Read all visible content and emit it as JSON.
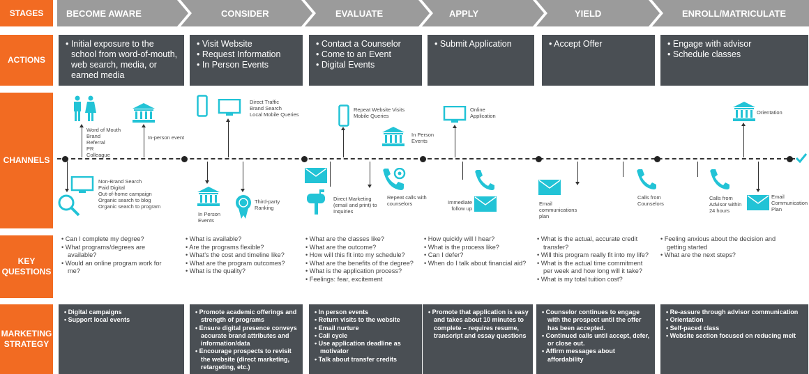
{
  "row_labels": {
    "stages": "STAGES",
    "actions": "ACTIONS",
    "channels": "CHANNELS",
    "key_questions_1": "KEY",
    "key_questions_2": "QUESTIONS",
    "marketing_1": "MARKETING",
    "marketing_2": "STRATEGY"
  },
  "stages": [
    "BECOME AWARE",
    "CONSIDER",
    "EVALUATE",
    "APPLY",
    "YIELD",
    "ENROLL/MATRICULATE"
  ],
  "actions": [
    [
      "Initial exposure to the school from word-of-mouth, web search, media, or earned media"
    ],
    [
      "Visit Website",
      "Request Information",
      "In Person Events"
    ],
    [
      "Contact a Counselor",
      "Come to an Event",
      "Digital Events"
    ],
    [
      "Submit Application"
    ],
    [
      "Accept Offer"
    ],
    [
      "Engage with advisor",
      "Schedule classes"
    ]
  ],
  "channels": {
    "word_of_mouth": [
      "Word of Mouth",
      "Brand",
      "Referral",
      "PR",
      "Colleague"
    ],
    "in_person_event": "In-person event",
    "non_brand": [
      "Non-Brand Search",
      "Paid Digital",
      "Out-of-home campaign",
      "Organic search to blog",
      "Organic search to program"
    ],
    "direct_traffic": [
      "Direct Traffic",
      "Brand Search",
      "Local Mobile Queries"
    ],
    "in_person_events_consider": [
      "In Person",
      "Events"
    ],
    "third_party": [
      "Third-party",
      "Ranking"
    ],
    "repeat_visits": [
      "Repeat Website Visits",
      "Mobile Queries"
    ],
    "in_person_events_evaluate": [
      "In Person",
      "Events"
    ],
    "direct_marketing": [
      "Direct Marketing",
      "(email and print) to",
      "Inquiries"
    ],
    "repeat_calls": [
      "Repeat calls with",
      "counselors"
    ],
    "online_application": [
      "Online",
      "Application"
    ],
    "immediate_followup": [
      "Immediate",
      "follow up"
    ],
    "email_comm": [
      "Email",
      "communications",
      "plan"
    ],
    "calls_counselors": [
      "Calls from",
      "Counselors"
    ],
    "orientation": "Orientation",
    "calls_advisor": [
      "Calls from",
      "Advisor within",
      "24 hours"
    ],
    "email_comm_plan": [
      "Email",
      "Communication",
      "Plan"
    ]
  },
  "key_questions": [
    [
      "Can I complete my degree?",
      "What programs/degrees are available?",
      "Would an online program work for me?"
    ],
    [
      "What is available?",
      "Are the programs flexible?",
      "What's the cost and timeline like?",
      "What are the program outcomes?",
      "What is the quality?"
    ],
    [
      "What are the classes like?",
      "What are the outcome?",
      "How will this fit into my schedule?",
      "What are the benefits of the degree?",
      "What is the application process?",
      "Feelings: fear, excitement"
    ],
    [
      "How quickly will I hear?",
      "What is the process like?",
      "Can I defer?",
      "When do I talk about financial aid?"
    ],
    [
      "What is the actual, accurate credit transfer?",
      "Will this program really fit into my life?",
      "What is the actual time commitment per week and how long will it take?",
      "What is my total tuition cost?"
    ],
    [
      "Feeling anxious about the decision and getting started",
      "What are the next steps?"
    ]
  ],
  "marketing": [
    [
      "Digital campaigns",
      "Support local events"
    ],
    [
      "Promote academic offerings and strength of programs",
      "Ensure digital presence conveys accurate brand attributes and information/data",
      "Encourage prospects to revisit the website (direct marketing, retargeting, etc.)"
    ],
    [
      "In person events",
      "Return visits to the website",
      "Email nurture",
      "Call cycle",
      "Use application deadline as motivator",
      "Talk about transfer credits"
    ],
    [
      "Promote that application is easy and takes about 10 minutes to complete – requires resume, transcript and essay questions"
    ],
    [
      "Counselor continues to engage with the prospect until the offer has been accepted.",
      "Continued calls until accept, defer, or close out.",
      "Affirm messages about affordability"
    ],
    [
      "Re-assure through advisor communication",
      "Orientation",
      "Self-paced class",
      "Website section focused on reducing melt"
    ]
  ],
  "colors": {
    "orange": "#f26b22",
    "dark": "#4a4f54",
    "stage_gray": "#9b9b9b",
    "cyan": "#22c3d6"
  },
  "icons": [
    "people-icon",
    "bank-icon",
    "mobile-icon",
    "desktop-icon",
    "search-icon",
    "ribbon-icon",
    "envelope-icon",
    "mailbox-icon",
    "phone-icon",
    "check-icon"
  ]
}
